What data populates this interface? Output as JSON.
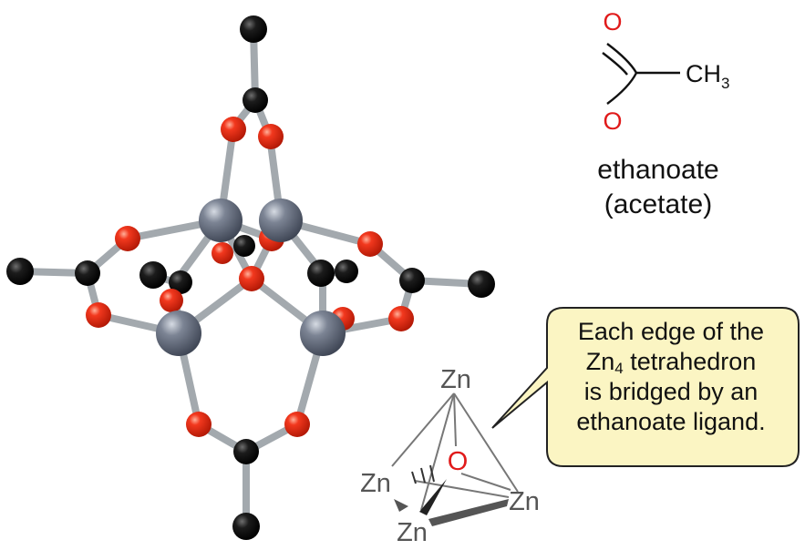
{
  "acetate": {
    "o_top": "O",
    "o_bottom": "O",
    "methyl": "CH",
    "methyl_subscript": "3",
    "name": "ethanoate",
    "alt_name": "(acetate)"
  },
  "callout": {
    "line1": "Each edge of the",
    "line2_pre": "Zn",
    "line2_sub": "4",
    "line2_post": " tetrahedron",
    "line3": "is bridged by an",
    "line4": "ethanoate ligand."
  },
  "tetrahedron": {
    "zn_top": "Zn",
    "zn_left": "Zn",
    "zn_right": "Zn",
    "zn_bottom": "Zn",
    "oxygen": "O"
  },
  "colors": {
    "carbon": "#000000",
    "oxygen": "#e5291b",
    "zinc": "#6b7282",
    "bond": "#a3a9ae",
    "callout_fill": "#fbf5c3",
    "callout_stroke": "#222222",
    "label_red": "#e01a1a",
    "label_grey": "#555555"
  }
}
